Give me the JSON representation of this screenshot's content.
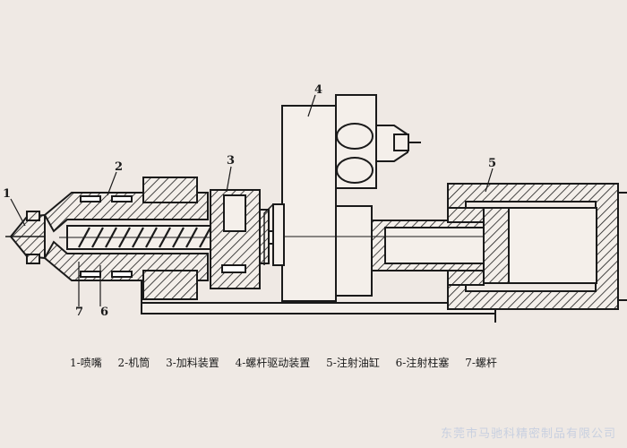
{
  "callouts": {
    "n1": "1",
    "n2": "2",
    "n3": "3",
    "n4": "4",
    "n5": "5",
    "n6": "6",
    "n7": "7"
  },
  "legend": [
    "1-喷嘴",
    "2-机筒",
    "3-加料装置",
    "4-螺杆驱动装置",
    "5-注射油缸",
    "6-注射柱塞",
    "7-螺杆"
  ],
  "watermark": "东莞市马驰科精密制品有限公司",
  "colors": {
    "background": "#efe9e4",
    "ink": "#1a1a1a"
  }
}
